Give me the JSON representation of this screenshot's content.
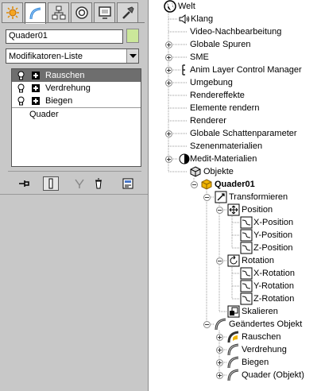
{
  "cmd_panel": {
    "tabs": [
      {
        "icon": "create-icon"
      },
      {
        "icon": "modify-icon"
      },
      {
        "icon": "hierarchy-icon"
      },
      {
        "icon": "motion-icon"
      },
      {
        "icon": "display-icon"
      },
      {
        "icon": "utilities-icon"
      }
    ],
    "object_name": "Quader01",
    "object_color": "#cbe79a",
    "modifier_list_label": "Modifikatoren-Liste",
    "stack": [
      {
        "label": "Rauschen",
        "selected": true
      },
      {
        "label": "Verdrehung",
        "selected": false
      },
      {
        "label": "Biegen",
        "selected": false
      }
    ],
    "stack_base": "Quader",
    "stack_tools": [
      "pin-stack-icon",
      "show-end-result-icon",
      "make-unique-icon",
      "remove-modifier-icon",
      "configure-sets-icon"
    ]
  },
  "tree": {
    "root": "Welt",
    "items": {
      "klang": "Klang",
      "video": "Video-Nachbearbeitung",
      "globale_spuren": "Globale Spuren",
      "sme": "SME",
      "anim_layer": "Anim Layer Control Manager",
      "umgebung": "Umgebung",
      "rendereffekte": "Rendereffekte",
      "elemente_rendern": "Elemente rendern",
      "renderer": "Renderer",
      "globale_schatten": "Globale Schattenparameter",
      "szenenmaterialien": "Szenenmaterialien",
      "medit": "Medit-Materialien",
      "objekte": "Objekte",
      "quader01": "Quader01",
      "transformieren": "Transformieren",
      "position": "Position",
      "x_position": "X-Position",
      "y_position": "Y-Position",
      "z_position": "Z-Position",
      "rotation": "Rotation",
      "x_rotation": "X-Rotation",
      "y_rotation": "Y-Rotation",
      "z_rotation": "Z-Rotation",
      "skalieren": "Skalieren",
      "geaendertes_objekt": "Geändertes Objekt",
      "rauschen": "Rauschen",
      "verdrehung": "Verdrehung",
      "biegen": "Biegen",
      "quader_objekt": "Quader (Objekt)"
    }
  }
}
